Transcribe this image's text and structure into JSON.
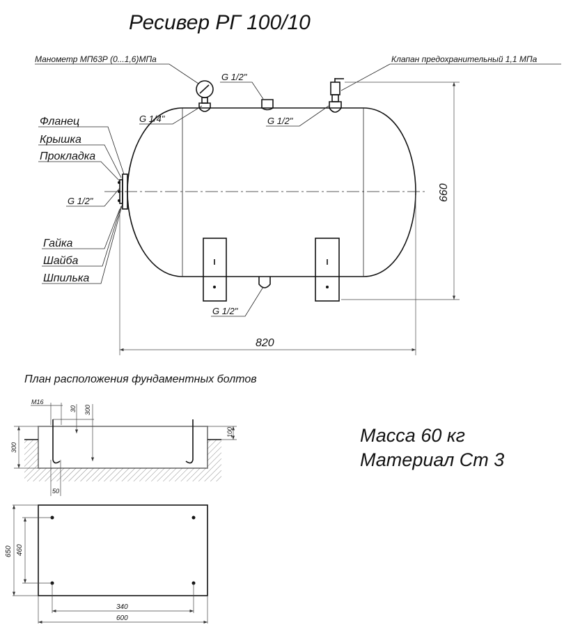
{
  "title": "Ресивер РГ 100/10",
  "labels": {
    "manometer": "Манометр МП63Р (0...1,6)МПа",
    "valve": "Клапан предохранительный 1,1 МПа",
    "port_top": "G 1/2\"",
    "port_manometer": "G 1/4\"",
    "port_valve": "G 1/2\"",
    "port_flange": "G 1/2\"",
    "port_bottom": "G 1/2\"",
    "flange": "Фланец",
    "cover": "Крышка",
    "gasket": "Прокладка",
    "nut": "Гайка",
    "washer": "Шайба",
    "stud": "Шпилька"
  },
  "dimensions": {
    "height": "660",
    "length": "820"
  },
  "foundation": {
    "title": "План расположения фундаментных болтов",
    "bolt": "М16",
    "d30": "30",
    "d300a": "300",
    "d300b": "300",
    "d100": "100",
    "d50": "50",
    "d650": "650",
    "d460": "460",
    "d340": "340",
    "d600": "600"
  },
  "specs": {
    "mass": "Масса 60 кг",
    "material": "Материал Ст 3"
  }
}
